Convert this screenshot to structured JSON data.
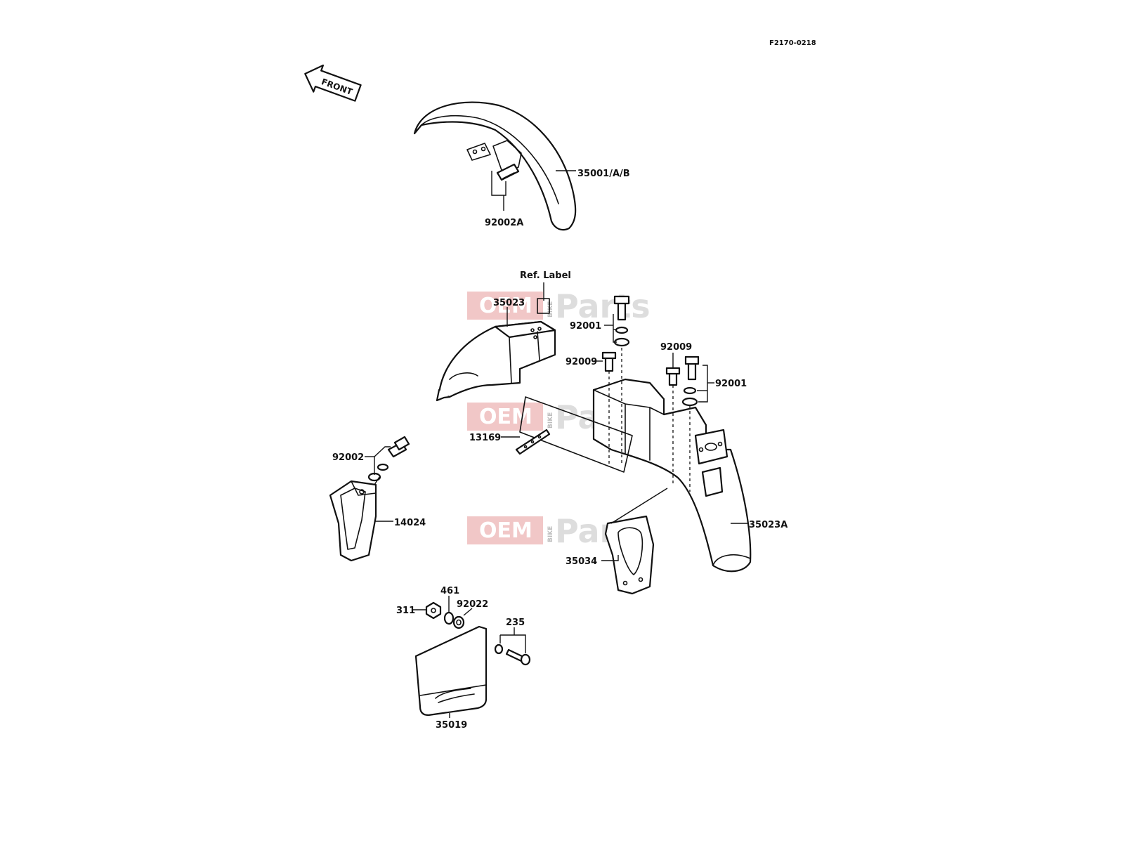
{
  "figure_ref": "F2170-0218",
  "front_label": "FRONT",
  "ref_label": "Ref. Label",
  "watermark": {
    "brand": "OEM",
    "tag": "BIKE",
    "suffix": "Parts"
  },
  "callouts": {
    "p35001": "35001/A/B",
    "p92002A": "92002A",
    "p35023": "35023",
    "p92001_top": "92001",
    "p92009_left": "92009",
    "p92009_right": "92009",
    "p92001_right": "92001",
    "p13169": "13169",
    "p92002": "92002",
    "p14024": "14024",
    "p35023A": "35023A",
    "p35034": "35034",
    "p461": "461",
    "p311": "311",
    "p92022": "92022",
    "p235": "235",
    "p35019": "35019"
  }
}
